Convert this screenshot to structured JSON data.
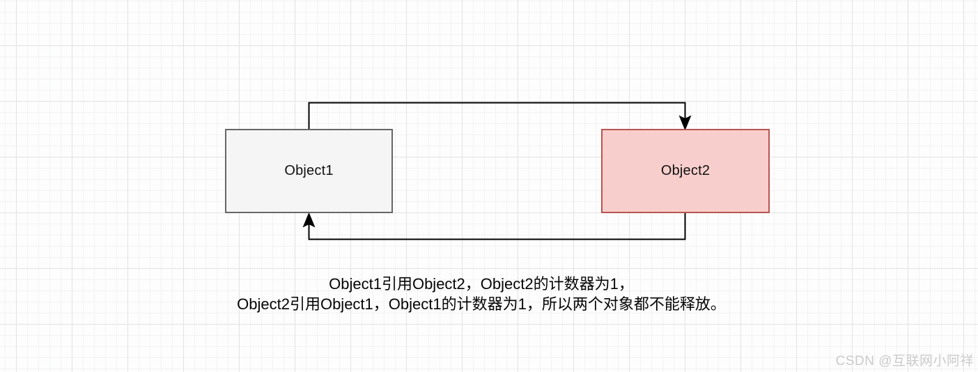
{
  "diagram": {
    "nodes": [
      {
        "id": "object1",
        "label": "Object1",
        "fill": "#f5f5f5",
        "stroke": "#666666"
      },
      {
        "id": "object2",
        "label": "Object2",
        "fill": "#f8cecc",
        "stroke": "#b85450"
      }
    ],
    "edges": [
      {
        "from": "Object1",
        "to": "Object2"
      },
      {
        "from": "Object2",
        "to": "Object1"
      }
    ],
    "edge_color": "#000000",
    "caption": {
      "line1": "Object1引用Object2，Object2的计数器为1，",
      "line2": "Object2引用Object1，Object1的计数器为1，所以两个对象都不能释放。"
    }
  },
  "watermark": {
    "text": "CSDN @互联网小阿祥",
    "color": "#cbc9c9"
  }
}
